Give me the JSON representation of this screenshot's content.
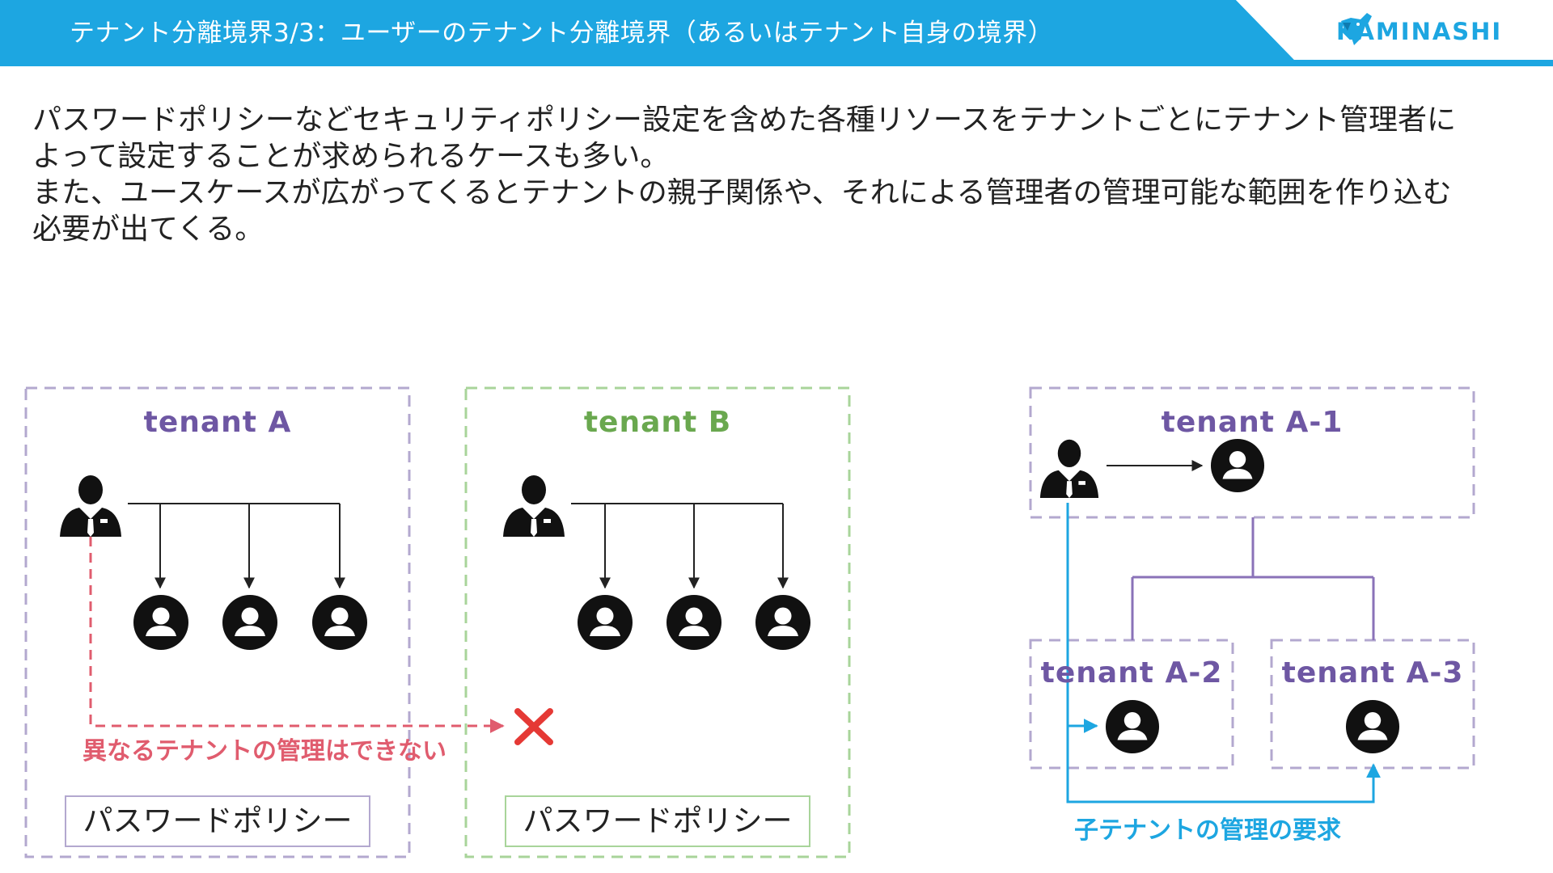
{
  "header": {
    "title": "テナント分離境界3/3：ユーザーのテナント分離境界（あるいはテナント自身の境界）",
    "logo_text": "KAMINASHI",
    "logo_icon": "goat-head-icon"
  },
  "body": {
    "paragraph1": "パスワードポリシーなどセキュリティポリシー設定を含めた各種リソースをテナントごとにテナント管理者に\nよって設定することが求められるケースも多い。",
    "paragraph2": "また、ユースケースが広がってくるとテナントの親子関係や、それによる管理者の管理可能な範囲を作り込む\n必要が出てくる。"
  },
  "diagram": {
    "tenant_a": {
      "title": "tenant A",
      "policy": "パスワードポリシー",
      "color": "#6e57a3",
      "border": "#b3a8cf"
    },
    "tenant_b": {
      "title": "tenant B",
      "policy": "パスワードポリシー",
      "color": "#6aa84f",
      "border": "#a8d49a"
    },
    "cross_tenant_note": "異なるテナントの管理はできない",
    "tenant_a1": {
      "title": "tenant A-1"
    },
    "tenant_a2": {
      "title": "tenant A-2"
    },
    "tenant_a3": {
      "title": "tenant A-3"
    },
    "child_note": "子テナントの管理の要求",
    "colors": {
      "red": "#e05c6e",
      "blue": "#1da6e1",
      "purple": "#8a72b8",
      "x_mark": "#e53935"
    },
    "icons": {
      "admin": "admin-user-icon",
      "user": "user-circle-icon",
      "deny": "cross-mark-icon"
    }
  }
}
